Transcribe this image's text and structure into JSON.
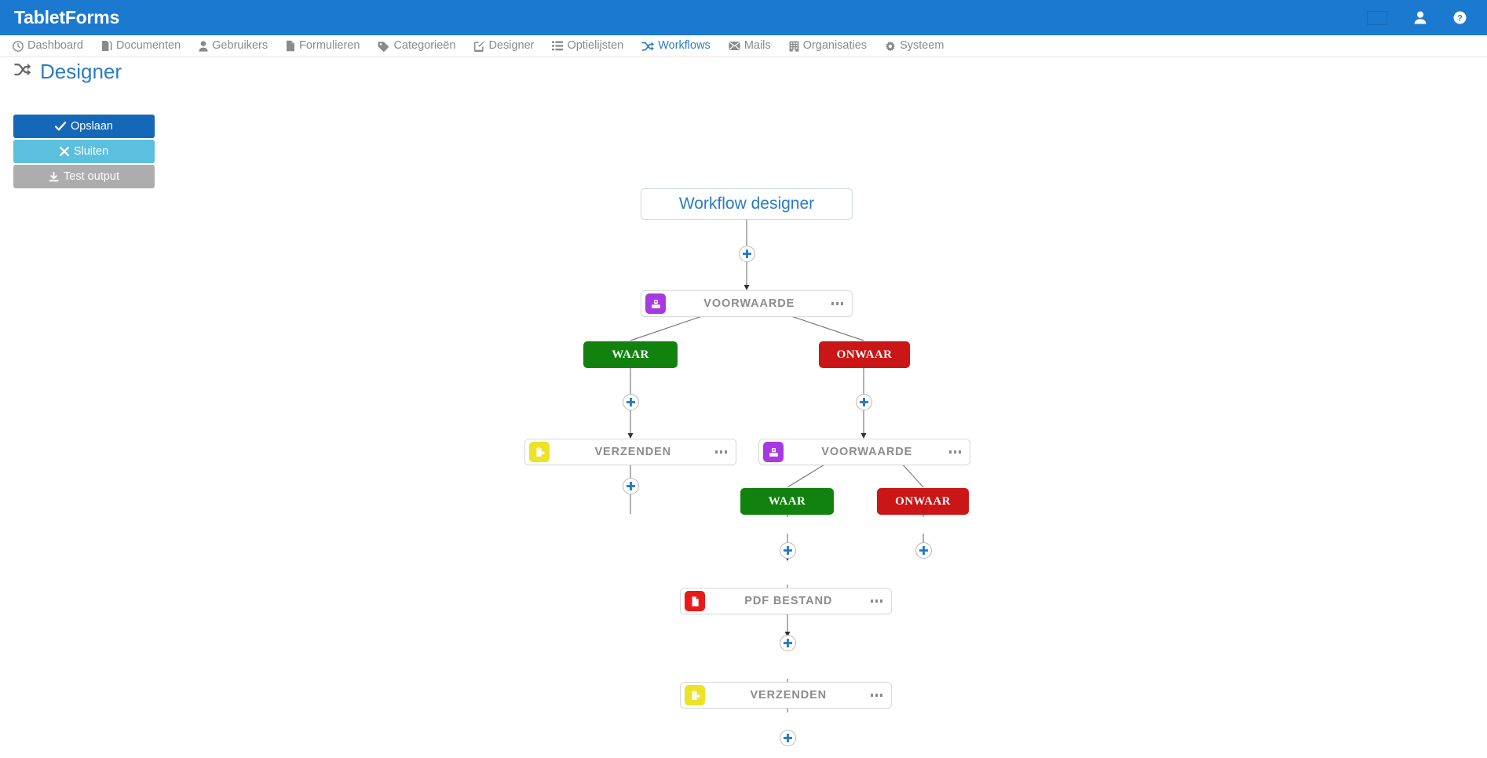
{
  "app": {
    "brand": "TabletForms"
  },
  "topbar": {
    "language_flag": "netherlands-flag-icon",
    "user_icon": "user-icon",
    "help_icon": "help-icon"
  },
  "nav": {
    "items": [
      {
        "label": "Dashboard",
        "icon": "clock-icon",
        "active": false
      },
      {
        "label": "Documenten",
        "icon": "documents-icon",
        "active": false
      },
      {
        "label": "Gebruikers",
        "icon": "user-icon",
        "active": false
      },
      {
        "label": "Formulieren",
        "icon": "file-icon",
        "active": false
      },
      {
        "label": "Categorieën",
        "icon": "tag-icon",
        "active": false
      },
      {
        "label": "Designer",
        "icon": "edit-icon",
        "active": false
      },
      {
        "label": "Optielijsten",
        "icon": "list-icon",
        "active": false
      },
      {
        "label": "Workflows",
        "icon": "shuffle-icon",
        "active": true
      },
      {
        "label": "Mails",
        "icon": "envelope-icon",
        "active": false
      },
      {
        "label": "Organisaties",
        "icon": "building-icon",
        "active": false
      },
      {
        "label": "Systeem",
        "icon": "gear-icon",
        "active": false
      }
    ]
  },
  "page": {
    "title": "Designer",
    "title_icon": "shuffle-icon"
  },
  "sidebar": {
    "buttons": [
      {
        "label": "Opslaan",
        "icon": "check-icon",
        "style": "primary"
      },
      {
        "label": "Sluiten",
        "icon": "close-icon",
        "style": "info"
      },
      {
        "label": "Test output",
        "icon": "download-icon",
        "style": "muted"
      }
    ]
  },
  "workflow": {
    "root_label": "Workflow designer",
    "nodes": [
      {
        "id": "n1",
        "type": "condition",
        "label": "VOORWAARDE",
        "icon": "condition-icon",
        "icon_color": "#a63ae0"
      },
      {
        "id": "n2",
        "type": "action",
        "label": "VERZENDEN",
        "icon": "send-icon",
        "icon_color": "#ece328"
      },
      {
        "id": "n3",
        "type": "condition",
        "label": "VOORWAARDE",
        "icon": "condition-icon",
        "icon_color": "#a63ae0"
      },
      {
        "id": "n4",
        "type": "action",
        "label": "PDF BESTAND",
        "icon": "pdf-icon",
        "icon_color": "#e81b1b"
      },
      {
        "id": "n5",
        "type": "action",
        "label": "VERZENDEN",
        "icon": "send-icon",
        "icon_color": "#ece328"
      }
    ],
    "branch_true_label": "WAAR",
    "branch_false_label": "ONWAAR",
    "add_label": "+"
  },
  "colors": {
    "header_blue": "#1b79d0",
    "accent_blue": "#2a7cc7",
    "true_green": "#12820f",
    "false_red": "#ca1616",
    "condition_purple": "#a63ae0",
    "send_yellow": "#ece328",
    "pdf_red": "#e81b1b"
  }
}
